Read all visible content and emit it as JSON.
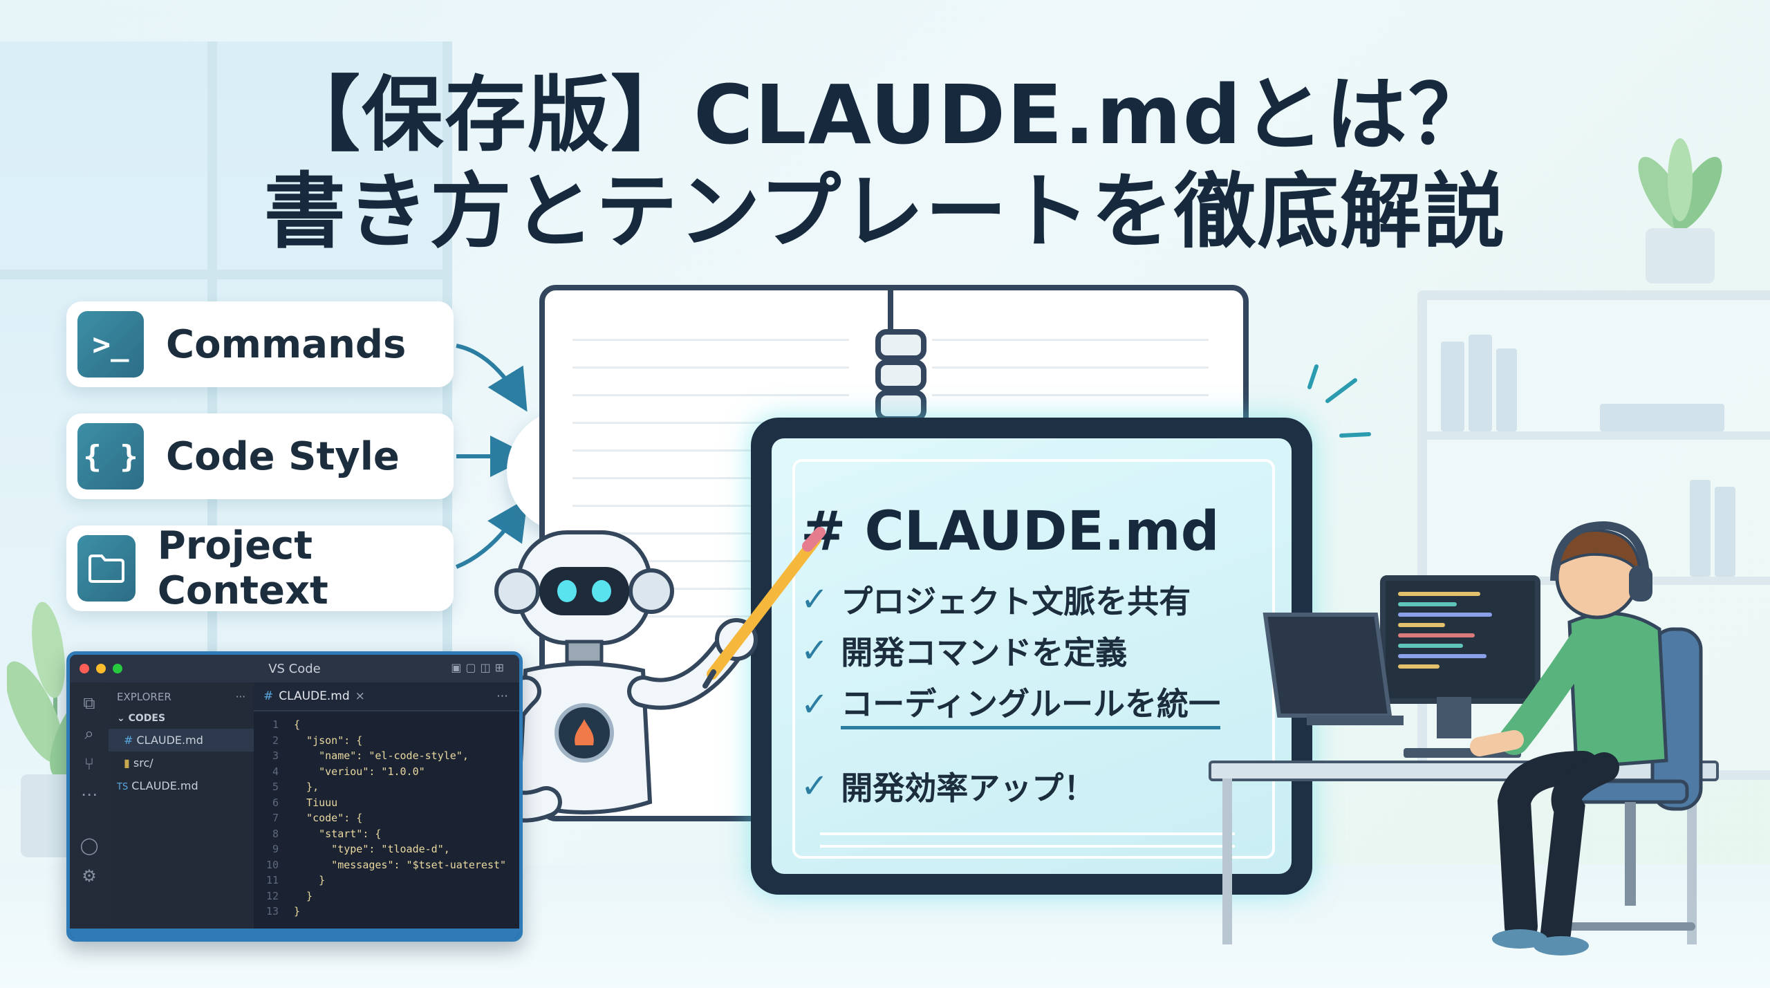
{
  "title": {
    "line1": "【保存版】CLAUDE.mdとは？",
    "line2": "書き方とテンプレートを徹底解説"
  },
  "features": [
    {
      "icon": "terminal-icon",
      "icon_glyph": ">_",
      "label": "Commands"
    },
    {
      "icon": "braces-icon",
      "icon_glyph": "{ }",
      "label": "Code Style"
    },
    {
      "icon": "folder-icon",
      "icon_glyph": "",
      "label": "Project Context"
    }
  ],
  "vscode": {
    "window_title": "VS Code",
    "explorer_header": "EXPLORER",
    "explorer_more": "···",
    "folder": "CODES",
    "files": [
      {
        "prefix": "#",
        "name": "CLAUDE.md"
      },
      {
        "prefix": "",
        "name": "src/"
      },
      {
        "prefix": "TS",
        "name": "CLAUDE.md"
      }
    ],
    "tab": {
      "prefix": "#",
      "name": "CLAUDE.md",
      "close": "×"
    },
    "code_lines": [
      "{",
      "  \"json\": {",
      "    \"name\": \"el-code-style\",",
      "    \"veriou\": \"1.0.0\"",
      "  },",
      "  Tiuuu",
      "  \"code\": {",
      "    \"start\": {",
      "      \"type\": \"tloade-d\",",
      "      \"messages\": \"$tset-uaterest\"",
      "    }",
      "  }",
      "}"
    ]
  },
  "tablet": {
    "heading": "# CLAUDE.md",
    "items": [
      "プロジェクト文脈を共有",
      "開発コマンドを定義",
      "コーディングルールを統一",
      "開発効率アップ！"
    ],
    "check_glyph": "✓"
  },
  "colors": {
    "title": "#172a3d",
    "accent": "#2b7ea1",
    "icon_bg": "#3c8fa6",
    "tablet_glow": "#5adce6"
  }
}
